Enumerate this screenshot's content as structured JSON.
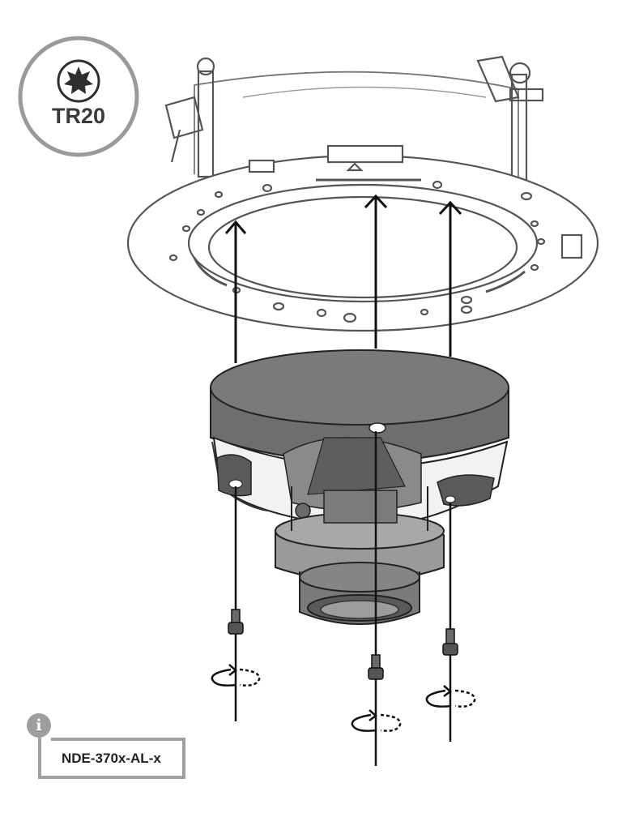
{
  "tool": {
    "label": "TR20",
    "icon": "torx-bit-icon"
  },
  "info": {
    "icon": "info-icon",
    "glyph": "i",
    "model": "NDE-370x-AL-x"
  },
  "colors": {
    "outline": "#555555",
    "badge_border": "#9a9a9a",
    "housing": "#6e6e6e",
    "housing_dark": "#4a4a4a",
    "info_gray": "#9e9e9e"
  }
}
